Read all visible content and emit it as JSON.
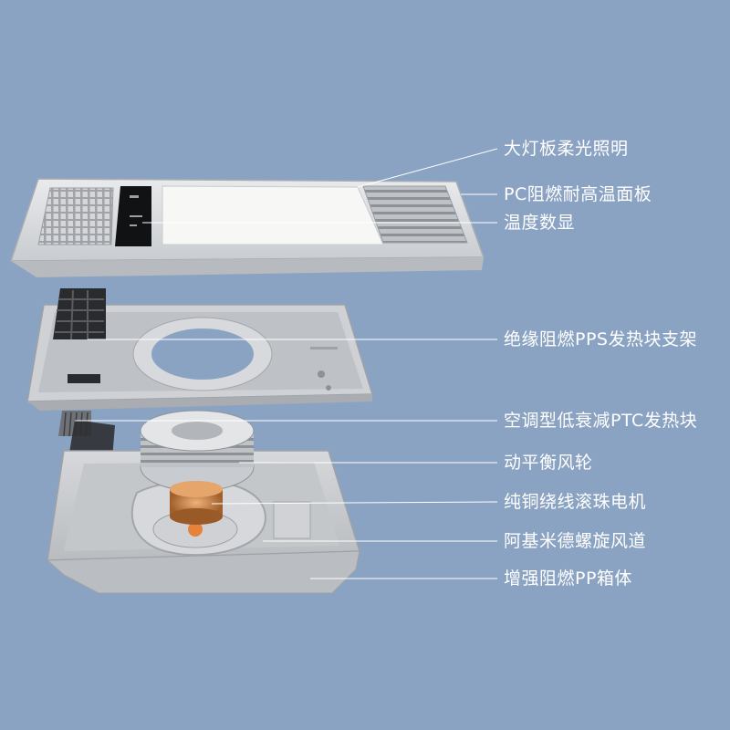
{
  "colors": {
    "background": "#8ba3c3",
    "panel": "#d9dbde",
    "panel_edge": "#a9adb2",
    "light_panel": "#f7f8f6",
    "display": "#111214",
    "heater_black": "#2a2b2e",
    "motor_copper": "#c98a4f",
    "leader_line": "#ffffff"
  },
  "annotations": [
    "大灯板柔光照明",
    "PC阻燃耐高温面板",
    "温度数显",
    "绝缘阻燃PPS发热块支架",
    "空调型低衰减PTC发热块",
    "动平衡风轮",
    "纯铜绕线滚珠电机",
    "阿基米德螺旋风道",
    "增强阻燃PP箱体"
  ]
}
